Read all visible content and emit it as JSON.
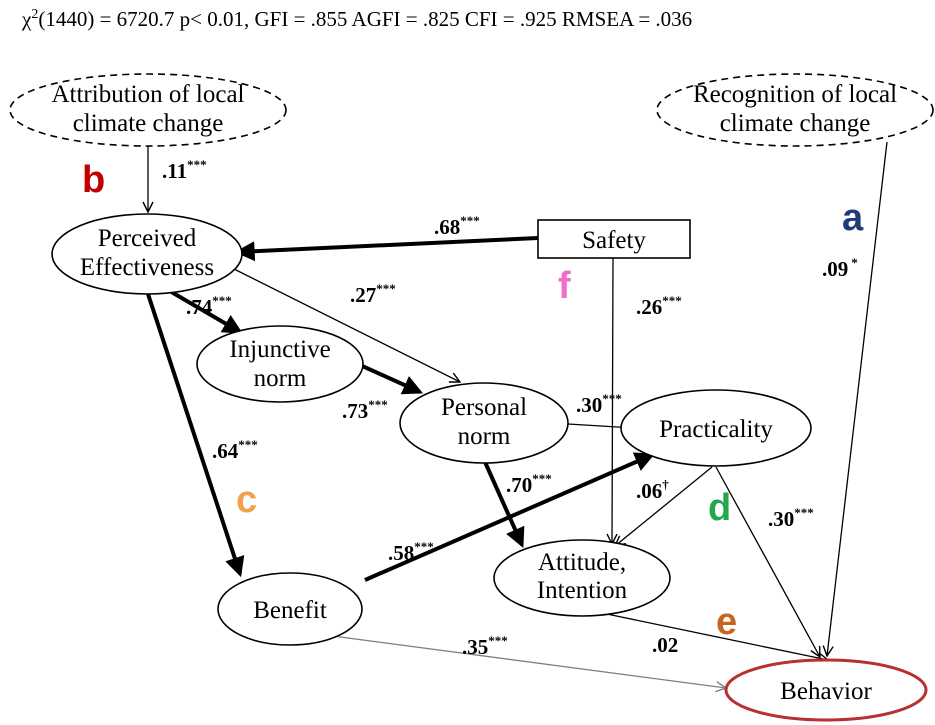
{
  "fit_statistics": {
    "chi": "χ",
    "chi_sup": "2",
    "rest": "(1440) = 6720.7  p< 0.01, GFI = .855 AGFI = .825 CFI = .925 RMSEA = .036"
  },
  "nodes": {
    "attribution": {
      "line1": "Attribution of local",
      "line2": "climate change"
    },
    "recognition": {
      "line1": "Recognition of local",
      "line2": "climate change"
    },
    "perceived_effectiveness": {
      "line1": "Perceived",
      "line2": "Effectiveness"
    },
    "safety": {
      "line1": "Safety"
    },
    "injunctive_norm": {
      "line1": "Injunctive",
      "line2": "norm"
    },
    "personal_norm": {
      "line1": "Personal",
      "line2": "norm"
    },
    "practicality": {
      "line1": "Practicality"
    },
    "attitude_intention": {
      "line1": "Attitude,",
      "line2": "Intention"
    },
    "benefit": {
      "line1": "Benefit"
    },
    "behavior": {
      "line1": "Behavior"
    }
  },
  "paths": {
    "attribution_to_pe": {
      "value": ".11",
      "sig": "***"
    },
    "safety_to_pe": {
      "value": ".68",
      "sig": "***"
    },
    "pe_to_personal": {
      "value": ".27",
      "sig": "***"
    },
    "safety_to_attitude": {
      "value": ".26",
      "sig": "***"
    },
    "recognition_to_behavior": {
      "value": ".09",
      "sig": "*"
    },
    "pe_to_injunctive": {
      "value": ".74",
      "sig": "***"
    },
    "injunctive_to_personal": {
      "value": ".73",
      "sig": "***"
    },
    "personal_to_practicality": {
      "value": ".30",
      "sig": "***"
    },
    "pe_to_benefit": {
      "value": ".64",
      "sig": "***"
    },
    "personal_to_attitude": {
      "value": ".70",
      "sig": "***"
    },
    "practicality_to_attitude": {
      "value": ".06",
      "sig": "†"
    },
    "practicality_to_behavior": {
      "value": ".30",
      "sig": "***"
    },
    "benefit_to_practicality": {
      "value": ".58",
      "sig": "***"
    },
    "benefit_to_behavior": {
      "value": ".35",
      "sig": "***"
    },
    "attitude_to_behavior": {
      "value": ".02",
      "sig": ""
    }
  },
  "hypothesis_letters": {
    "a": {
      "text": "a",
      "color": "#1f3a7a"
    },
    "b": {
      "text": "b",
      "color": "#c00000"
    },
    "c": {
      "text": "c",
      "color": "#f4a04a"
    },
    "d": {
      "text": "d",
      "color": "#22a84a"
    },
    "e": {
      "text": "e",
      "color": "#c8641e"
    },
    "f": {
      "text": "f",
      "color": "#f06fc8"
    }
  },
  "colors": {
    "behavior_border": "#b83030",
    "benefit_to_behavior_line": "#7f7f7f"
  }
}
